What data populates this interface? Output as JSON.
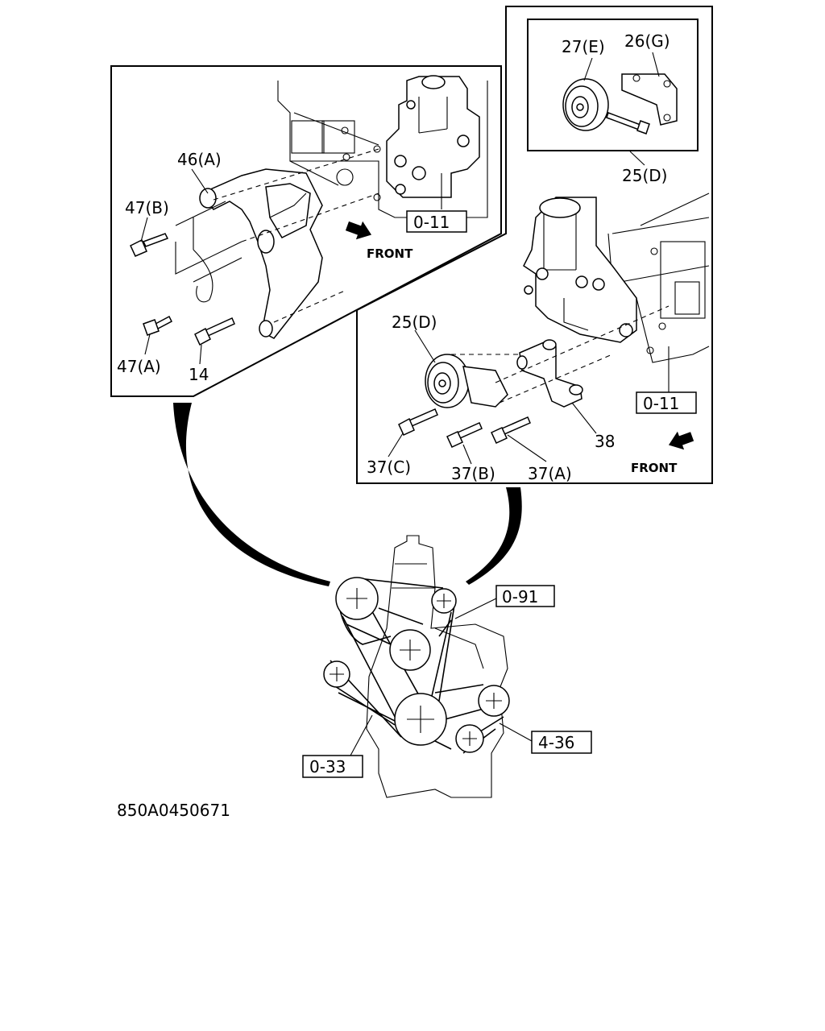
{
  "drawing_number": "850A0450671",
  "labels": {
    "l46a": "46(A)",
    "l47b": "47(B)",
    "l47a": "47(A)",
    "l14": "14",
    "l27e": "27(E)",
    "l26g": "26(G)",
    "l25d_top": "25(D)",
    "l25d_mid": "25(D)",
    "l38": "38",
    "l37c": "37(C)",
    "l37b": "37(B)",
    "l37a": "37(A)",
    "front_left": "FRONT",
    "front_right": "FRONT"
  },
  "refs": {
    "r011_left": "0-11",
    "r011_right": "0-11",
    "r091": "0-91",
    "r033": "0-33",
    "r436": "4-36"
  }
}
